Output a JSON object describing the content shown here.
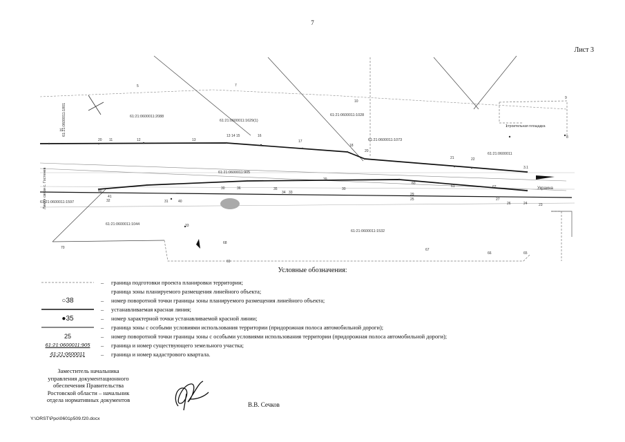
{
  "page": {
    "number": "7",
    "sheet": "Лист 3"
  },
  "plan": {
    "cadastral_labels": [
      "61:21:0600011:2088",
      "61:21:0600011:1629(1)",
      "61:21:0600011:1028",
      "61:21:0600011:1073",
      "61:21:0600011:905",
      "61:21:0600011:1597",
      "61:21:0600011:1044",
      "61:21:0600011:1532",
      "61:21:0600011",
      "61:21:0600011:1801"
    ],
    "street_label": "Украина",
    "construction_label": "строительная площадка",
    "left_vertical_label": "Линия связи с. Гостенев"
  },
  "legend": {
    "title": "Условные обозначения:",
    "items": [
      {
        "symbol": "",
        "text": "граница подготовки проекта планировки территории;"
      },
      {
        "symbol": "",
        "text": "граница зоны планируемого размещения линейного объекта;"
      },
      {
        "symbol": "○38",
        "text": "номер поворотной точки  границы зоны планируемого размещения линейного объекта;"
      },
      {
        "symbol": "",
        "text": "устанавливаемая красная линия;"
      },
      {
        "symbol": "●35",
        "text": "номер характерной точки устанавливаемой красной линии;"
      },
      {
        "symbol": "",
        "text": "граница зоны с особыми условиями использования территории (придорожная полоса автомобильной дороги);"
      },
      {
        "symbol": "25",
        "text": "номер поворотной точки границы зоны с особыми условиями использования территории (придорожная полоса автомобильной дороги);"
      },
      {
        "symbol": "61:21:0600011:905",
        "text": "граница и номер существующего земельного участка;"
      },
      {
        "symbol": "61:21:0600011",
        "text": "граница и номер кадастрового квартала."
      }
    ]
  },
  "footer": {
    "position": [
      "Заместитель начальника",
      "управления документационного",
      "обеспечения Правительства",
      "Ростовской области – начальник",
      "отдела нормативных документов"
    ],
    "name": "В.В. Сечков",
    "file": "Y:\\ORST\\Ppo\\0601p509.f20.docx"
  }
}
